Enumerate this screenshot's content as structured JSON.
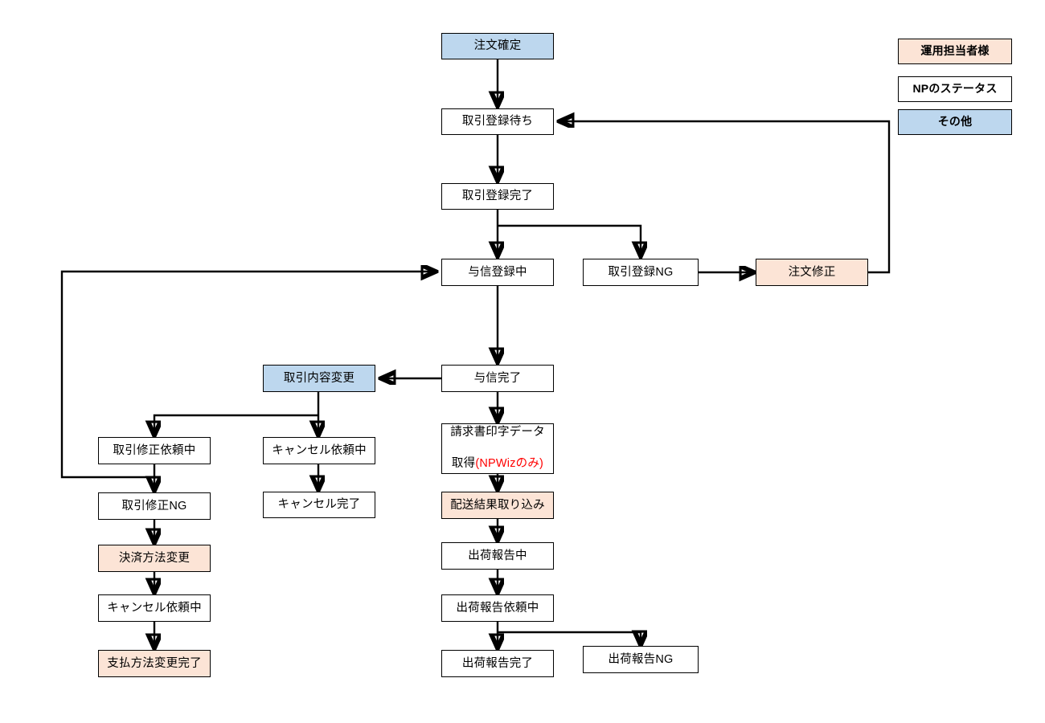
{
  "diagram": {
    "title": "NP status transition flow",
    "colors": {
      "blue": "#bdd7ee",
      "peach": "#fce4d6",
      "white": "#ffffff",
      "border": "#000000",
      "accent_red": "#ff0000"
    }
  },
  "legend": {
    "items": [
      {
        "label": "運用担当者様",
        "fill": "peach"
      },
      {
        "label": "NPのステータス",
        "fill": "white"
      },
      {
        "label": "その他",
        "fill": "blue"
      }
    ]
  },
  "nodes": {
    "order_confirmed": {
      "label": "注文確定",
      "fill": "blue"
    },
    "txn_register_waiting": {
      "label": "取引登録待ち",
      "fill": "white"
    },
    "txn_register_done": {
      "label": "取引登録完了",
      "fill": "white"
    },
    "txn_register_ng": {
      "label": "取引登録NG",
      "fill": "white"
    },
    "order_fix": {
      "label": "注文修正",
      "fill": "peach"
    },
    "credit_registering": {
      "label": "与信登録中",
      "fill": "white"
    },
    "credit_done": {
      "label": "与信完了",
      "fill": "white"
    },
    "txn_content_change": {
      "label": "取引内容変更",
      "fill": "blue"
    },
    "txn_fix_requesting": {
      "label": "取引修正依頼中",
      "fill": "white"
    },
    "txn_fix_ng": {
      "label": "取引修正NG",
      "fill": "white"
    },
    "payment_method_change": {
      "label": "決済方法変更",
      "fill": "peach"
    },
    "cancel_requesting_left": {
      "label": "キャンセル依頼中",
      "fill": "white"
    },
    "payment_change_done": {
      "label": "支払方法変更完了",
      "fill": "peach"
    },
    "cancel_requesting_mid": {
      "label": "キャンセル依頼中",
      "fill": "white"
    },
    "cancel_done": {
      "label": "キャンセル完了",
      "fill": "white"
    },
    "invoice_print_data": {
      "label_line1": "請求書印字データ",
      "label_line2_plain": "取得",
      "label_line2_red": "(NPWizのみ)",
      "fill": "white"
    },
    "delivery_result_import": {
      "label": "配送結果取り込み",
      "fill": "peach"
    },
    "shipping_reporting": {
      "label": "出荷報告中",
      "fill": "white"
    },
    "shipping_report_req": {
      "label": "出荷報告依頼中",
      "fill": "white"
    },
    "shipping_report_done": {
      "label": "出荷報告完了",
      "fill": "white"
    },
    "shipping_report_ng": {
      "label": "出荷報告NG",
      "fill": "white"
    }
  },
  "edges": [
    {
      "from": "order_confirmed",
      "to": "txn_register_waiting"
    },
    {
      "from": "txn_register_waiting",
      "to": "txn_register_done"
    },
    {
      "from": "txn_register_done",
      "to": "credit_registering"
    },
    {
      "from": "txn_register_done",
      "to": "txn_register_ng"
    },
    {
      "from": "txn_register_ng",
      "to": "order_fix"
    },
    {
      "from": "order_fix",
      "to": "txn_register_waiting"
    },
    {
      "from": "credit_registering",
      "to": "credit_done"
    },
    {
      "from": "credit_done",
      "to": "txn_content_change"
    },
    {
      "from": "credit_done",
      "to": "invoice_print_data"
    },
    {
      "from": "txn_content_change",
      "to": "txn_fix_requesting"
    },
    {
      "from": "txn_content_change",
      "to": "cancel_requesting_mid"
    },
    {
      "from": "txn_fix_requesting",
      "to": "txn_fix_ng"
    },
    {
      "from": "txn_fix_requesting",
      "to": "credit_registering"
    },
    {
      "from": "txn_fix_ng",
      "to": "payment_method_change"
    },
    {
      "from": "payment_method_change",
      "to": "cancel_requesting_left"
    },
    {
      "from": "cancel_requesting_left",
      "to": "payment_change_done"
    },
    {
      "from": "cancel_requesting_mid",
      "to": "cancel_done"
    },
    {
      "from": "invoice_print_data",
      "to": "delivery_result_import"
    },
    {
      "from": "delivery_result_import",
      "to": "shipping_reporting"
    },
    {
      "from": "shipping_reporting",
      "to": "shipping_report_req"
    },
    {
      "from": "shipping_report_req",
      "to": "shipping_report_done"
    },
    {
      "from": "shipping_report_req",
      "to": "shipping_report_ng"
    }
  ]
}
